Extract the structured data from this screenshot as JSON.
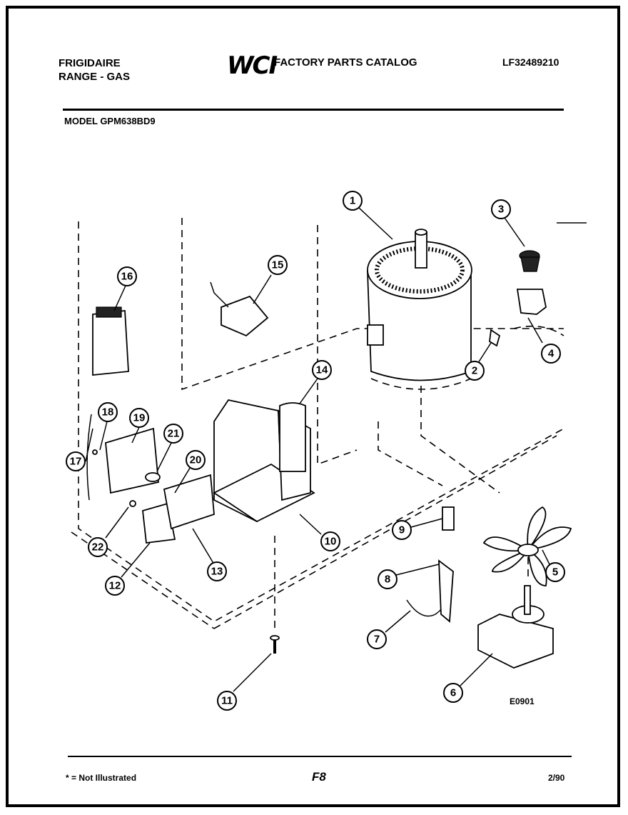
{
  "header": {
    "brand": "FRIGIDAIRE",
    "product_line": "RANGE - GAS",
    "logo_text": "WCI",
    "catalog_title": "FACTORY PARTS CATALOG",
    "catalog_number": "LF32489210",
    "model_label": "MODEL GPM638BD9"
  },
  "diagram": {
    "drawing_code": "E0901",
    "callouts": [
      "1",
      "2",
      "3",
      "4",
      "5",
      "6",
      "7",
      "8",
      "9",
      "10",
      "11",
      "12",
      "13",
      "14",
      "15",
      "16",
      "17",
      "18",
      "19",
      "20",
      "21",
      "22"
    ]
  },
  "footer": {
    "note": "* = Not Illustrated",
    "page": "F8",
    "date": "2/90"
  }
}
